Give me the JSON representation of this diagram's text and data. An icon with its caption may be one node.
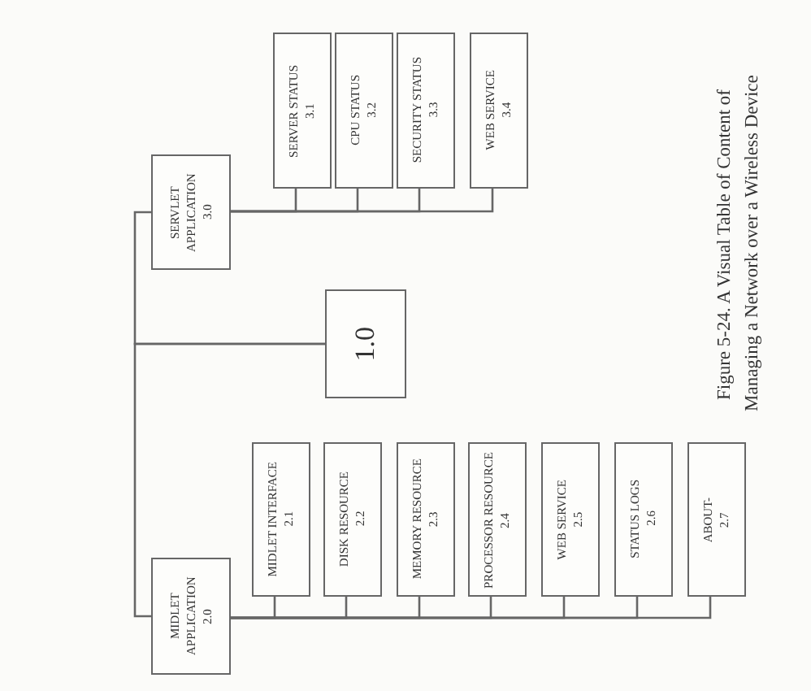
{
  "diagram": {
    "caption": "Figure 5-24. A Visual Table of Content of Managing a Network over a Wireless Device",
    "nodes": [
      {
        "text": [
          "1.0"
        ]
      },
      {
        "text": [
          "MIDLET APPLICATION",
          "2.0"
        ]
      },
      {
        "text": [
          "SERVLET APPLICATION",
          "3.0"
        ]
      },
      {
        "text": [
          "MIDLET INTERFACE",
          "2.1"
        ]
      },
      {
        "text": [
          "DISK RESOURCE",
          "2.2"
        ]
      },
      {
        "text": [
          "MEMORY RESOURCE",
          "2.3"
        ]
      },
      {
        "text": [
          "PROCESSOR RESOURCE",
          "2.4"
        ]
      },
      {
        "text": [
          "WEB SERVICE",
          "2.5"
        ]
      },
      {
        "text": [
          "STATUS LOGS",
          "2.6"
        ]
      },
      {
        "text": [
          "ABOUT-",
          "2.7"
        ]
      },
      {
        "text": [
          "SERVER STATUS",
          "3.1"
        ]
      },
      {
        "text": [
          "CPU STATUS",
          "3.2"
        ]
      },
      {
        "text": [
          "SECURITY STATUS",
          "3.3"
        ]
      },
      {
        "text": [
          "WEB SERVICE",
          "3.4"
        ]
      }
    ],
    "edges": [
      {
        "from": 0,
        "to": 1,
        "arrow": "none"
      },
      {
        "from": 0,
        "to": 2,
        "arrow": "none"
      },
      {
        "from": 1,
        "to": 3,
        "arrow": "none"
      },
      {
        "from": 1,
        "to": 4,
        "arrow": "none"
      },
      {
        "from": 1,
        "to": 5,
        "arrow": "none"
      },
      {
        "from": 1,
        "to": 6,
        "arrow": "none"
      },
      {
        "from": 1,
        "to": 7,
        "arrow": "none"
      },
      {
        "from": 1,
        "to": 8,
        "arrow": "none"
      },
      {
        "from": 1,
        "to": 9,
        "arrow": "none"
      },
      {
        "from": 2,
        "to": 10,
        "arrow": "none"
      },
      {
        "from": 2,
        "to": 11,
        "arrow": "none"
      },
      {
        "from": 2,
        "to": 12,
        "arrow": "none"
      },
      {
        "from": 2,
        "to": 13,
        "arrow": "none"
      }
    ]
  }
}
